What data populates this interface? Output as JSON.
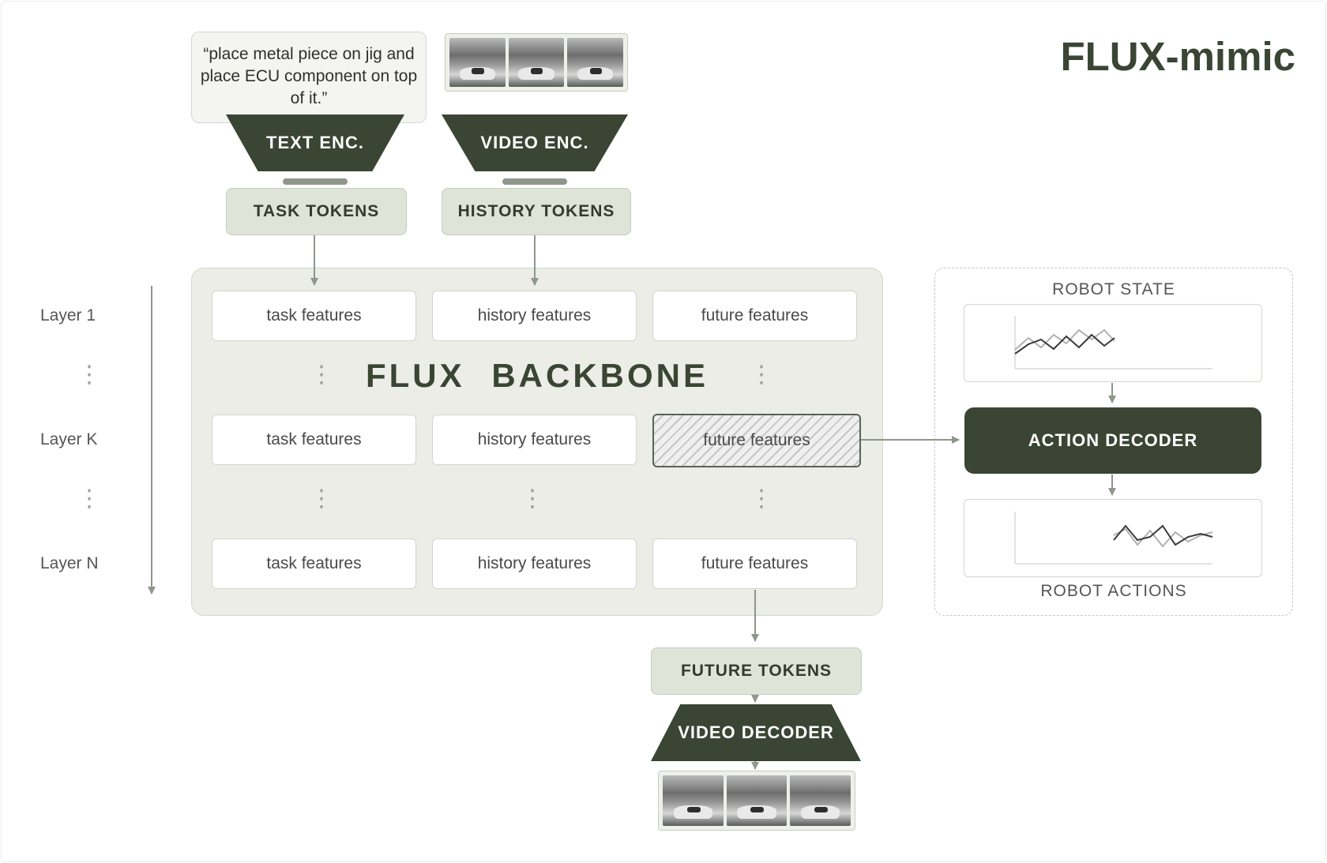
{
  "title": "FLUX-mimic",
  "instruction": "“place metal piece on jig and place ECU component on top of it.”",
  "encoders": {
    "text": "TEXT ENC.",
    "video": "VIDEO ENC.",
    "decoder": "VIDEO DECODER"
  },
  "tokens": {
    "task": "TASK TOKENS",
    "history": "HISTORY TOKENS",
    "future": "FUTURE TOKENS"
  },
  "backbone": {
    "title": "FLUX BACKBONE",
    "rows": [
      {
        "task": "task features",
        "history": "history features",
        "future": "future features"
      },
      {
        "task": "task features",
        "history": "history features",
        "future": "future features"
      },
      {
        "task": "task features",
        "history": "history features",
        "future": "future features"
      }
    ]
  },
  "layers": {
    "first": "Layer 1",
    "middle": "Layer K",
    "last": "Layer N"
  },
  "robot": {
    "state": "ROBOT STATE",
    "decoder": "ACTION DECODER",
    "actions": "ROBOT ACTIONS"
  },
  "colors": {
    "dark": "#3a4534",
    "token_fill": "#dfe4d8",
    "panel": "#ebede6",
    "arrow": "#8f968b"
  }
}
